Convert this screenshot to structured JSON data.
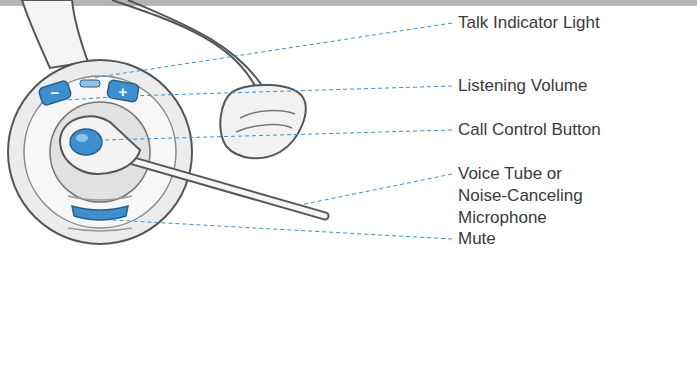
{
  "diagram": {
    "labels": [
      "Talk Indicator Light",
      "Listening Volume",
      "Call Control Button",
      "Voice Tube or Noise-Canceling Microphone",
      "Mute",
      "−",
      "+"
    ]
  }
}
